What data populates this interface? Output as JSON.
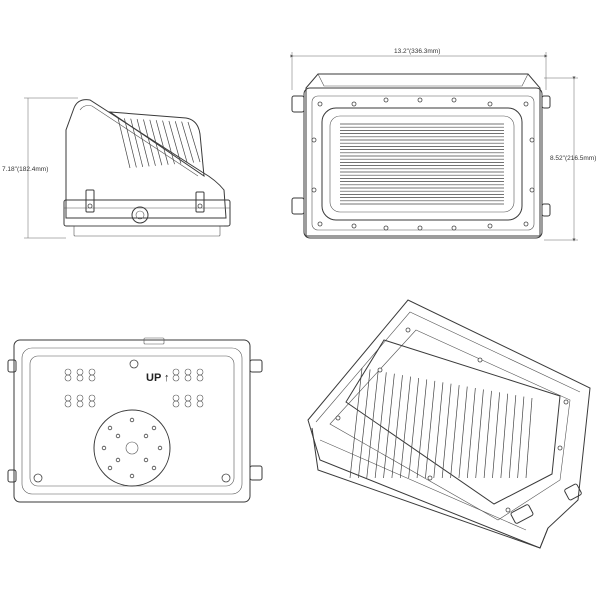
{
  "dimensions": {
    "width_label": "13.2\"(336.3mm)",
    "depth_label": "8.52\"(216.5mm)",
    "height_label": "7.18\"(182.4mm)"
  },
  "back_view": {
    "up_label": "UP",
    "up_symbol": "↑"
  },
  "colors": {
    "line": "#3a3a3a",
    "background": "#ffffff"
  }
}
